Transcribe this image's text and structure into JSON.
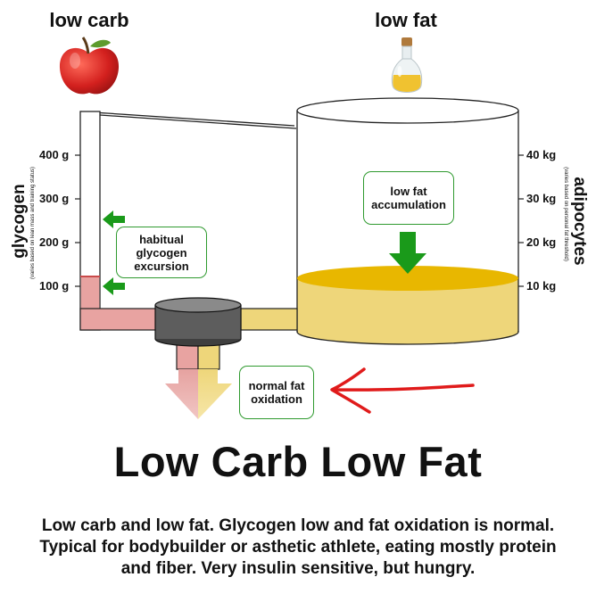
{
  "top_labels": {
    "carb": "low carb",
    "fat": "low fat"
  },
  "left_axis": {
    "title": "glycogen",
    "subtitle": "(varies based on lean mass and training status)",
    "ticks": [
      "400 g",
      "300 g",
      "200 g",
      "100 g"
    ]
  },
  "right_axis": {
    "title": "adipocytes",
    "subtitle": "(varies based on personal fat threshold)",
    "ticks": [
      "40 kg",
      "30 kg",
      "20 kg",
      "10 kg"
    ]
  },
  "callouts": {
    "glycogen": "habitual glycogen excursion",
    "fat_accumulation": "low fat accumulation",
    "oxidation": "normal fat oxidation"
  },
  "headline": "Low Carb Low Fat",
  "caption": "Low carb and low fat. Glycogen low and fat oxidation is normal. Typical for bodybuilder or asthetic athlete, eating mostly protein and fiber. Very insulin sensitive, but hungry.",
  "icons": [
    "apple-icon",
    "oil-bottle-icon"
  ],
  "colors": {
    "carb_fill": "#e8a3a1",
    "carb_dark": "#c94a4a",
    "fat_fill": "#eed67a",
    "fat_surface": "#e8b700",
    "accent_red": "#e01b1b",
    "accent_green": "#1a9a1a",
    "valve": "#5d5d5d"
  }
}
